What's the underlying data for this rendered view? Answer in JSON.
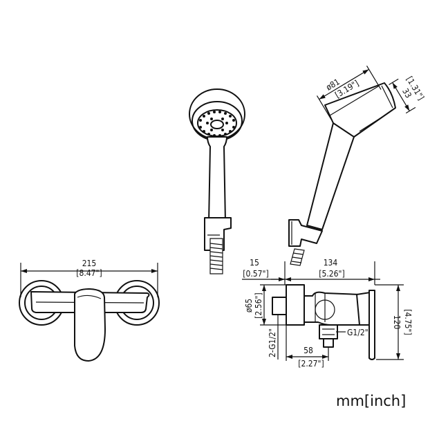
{
  "dimensions": {
    "width_overall": "215",
    "width_overall_in": "[8.47\"]",
    "head_diameter": "ø81",
    "head_diameter_in": "[3.19\"]",
    "head_depth": "33",
    "head_depth_in": "[1.31\"]",
    "wall_offset": "15",
    "wall_offset_in": "[0.57\"]",
    "body_length": "134",
    "body_length_in": "[5.26\"]",
    "flange_diameter": "ø65",
    "flange_diameter_in": "[2.56\"]",
    "inlet_thread": "2-G1/2\"",
    "outlet_thread": "G1/2\"",
    "outlet_offset": "58",
    "outlet_offset_in": "[2.27\"]",
    "height": "120",
    "height_in": "[4.75\"]"
  },
  "units_label": "mm[inch]"
}
